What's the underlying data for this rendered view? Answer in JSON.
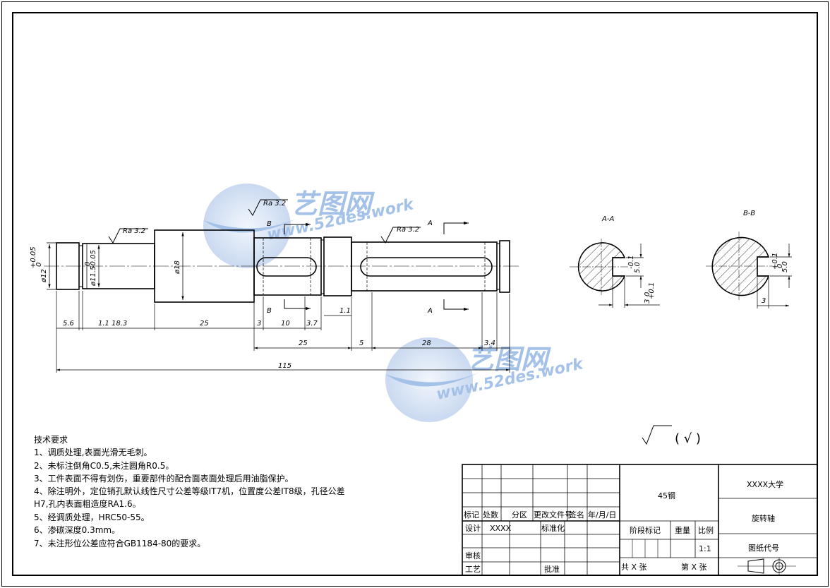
{
  "drawing": {
    "roughness": [
      "Ra 3.2",
      "Ra 3.2",
      "Ra 3.2"
    ],
    "section_marks": [
      "A",
      "A",
      "B",
      "B"
    ],
    "section_titles": [
      "A-A",
      "B-B"
    ],
    "diameters": [
      "ø12",
      "+0.05",
      "0",
      "ø11.5",
      "0",
      "-0.05",
      "ø18"
    ],
    "dims_row1": [
      "5.6",
      "1.1",
      "18.3",
      "25",
      "3",
      "10",
      "3.7",
      "1.1"
    ],
    "dims_row2": [
      "25",
      "5",
      "28",
      "3.4"
    ],
    "dims_total": "115",
    "section_dims": {
      "aa_depth": "5.0",
      "aa_depth_tol": "-0.1",
      "aa_width": "3",
      "aa_width_tol1": "+0.1",
      "aa_width_tol2": "0",
      "bb_depth": "5.0",
      "bb_depth_tol1": "+0.1",
      "bb_depth_tol2": "0",
      "bb_width": "3"
    },
    "general_roughness_mark": "( √ )"
  },
  "watermark": {
    "brand": "艺图网",
    "url": "www.52des.work"
  },
  "requirements": {
    "title": "技术要求",
    "lines": [
      "1、调质处理,表面光滑无毛刺。",
      "2、未标注倒角C0.5,未注圆角R0.5。",
      "3、工件表面不得有划伤，重要部件的配合面表面处理后用油脂保护。",
      "4、除注明外，定位销孔默认线性尺寸公差等级IT7机，位置度公差IT8级，孔径公差",
      "H7,孔内表面粗造度RA1.6。",
      "5、经调质处理，HRC50-55。",
      "6、渗碳深度0.3mm。",
      "7、未注形位公差应符合GB1184-80的要求。"
    ]
  },
  "title_block": {
    "row_header": [
      "标记",
      "处数",
      "分区",
      "更改文件号",
      "签名",
      "年/月/日"
    ],
    "design_label": "设计",
    "design_value": "XXXX",
    "standardize_label": "标准化",
    "review_label": "审核",
    "process_label": "工艺",
    "approve_label": "批准",
    "material": "45钢",
    "stage_label": "阶段标记",
    "weight_label": "重量",
    "scale_label": "比例",
    "scale_value": "1:1",
    "sheets_total": "共 X 张",
    "sheet_number": "第 X 张",
    "university": "XXXX大学",
    "part_name": "旋转轴",
    "drawing_code_label": "图纸代号"
  }
}
